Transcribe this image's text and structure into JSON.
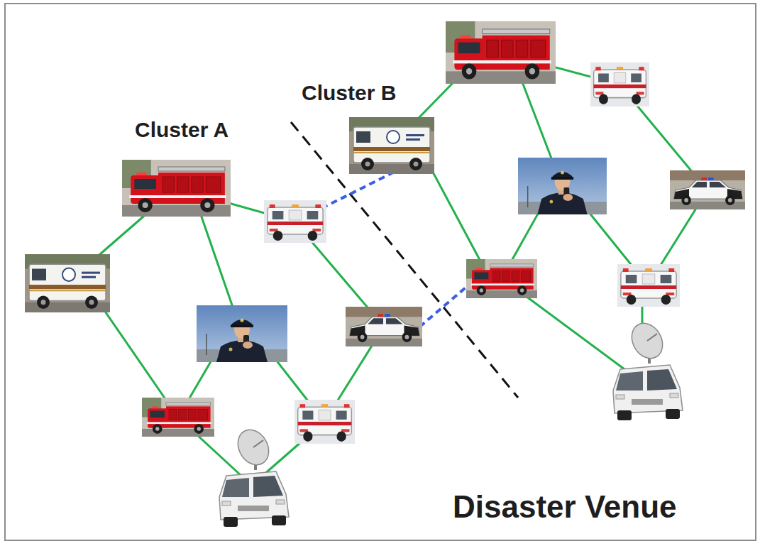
{
  "diagram": {
    "labels": [
      "Cluster A",
      "Cluster B",
      "Disaster Venue"
    ]
  }
}
